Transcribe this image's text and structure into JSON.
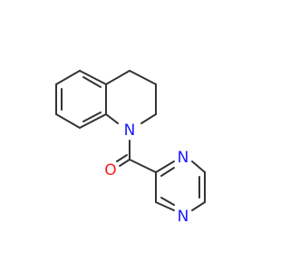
{
  "molecule": {
    "description_visible": "",
    "atoms": [
      {
        "id": "N1",
        "label": "N",
        "color": "#1a1aff"
      },
      {
        "id": "O1",
        "label": "O",
        "color": "#ff1a1a"
      },
      {
        "id": "N2",
        "label": "N",
        "color": "#1a1aff"
      },
      {
        "id": "N3",
        "label": "N",
        "color": "#1a1aff"
      }
    ],
    "bond_color": "#333333"
  }
}
